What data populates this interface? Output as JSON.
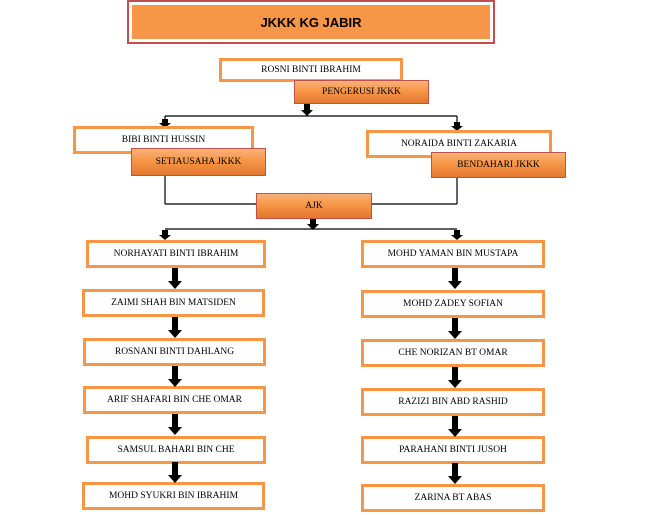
{
  "title": "JKKK KG JABIR",
  "chairman": {
    "name": "ROSNI BINTI IBRAHIM",
    "role": "PENGERUSI JKKK"
  },
  "secretary": {
    "name": "BIBI BINTI HUSSIN",
    "role": "SETIAUSAHA JKKK"
  },
  "treasurer": {
    "name": "NORAIDA BINTI ZAKARIA",
    "role": "BENDAHARI JKKK"
  },
  "ajk_label": "AJK",
  "left_members": [
    "NORHAYATI BINTI IBRAHIM",
    "ZAIMI SHAH BIN MATSIDEN",
    "ROSNANI BINTI DAHLANG",
    "ARIF SHAFARI BIN CHE OMAR",
    "SAMSUL BAHARI BIN CHE",
    "MOHD SYUKRI BIN IBRAHIM"
  ],
  "right_members": [
    "MOHD YAMAN BIN MUSTAPA",
    "MOHD ZADEY SOFIAN",
    "CHE NORIZAN BT OMAR",
    "RAZIZI BIN ABD RASHID",
    "PARAHANI BINTI JUSOH",
    "ZARINA BT ABAS"
  ],
  "colors": {
    "orange": "#F79646",
    "border": "#C0504D",
    "line": "#000000"
  }
}
